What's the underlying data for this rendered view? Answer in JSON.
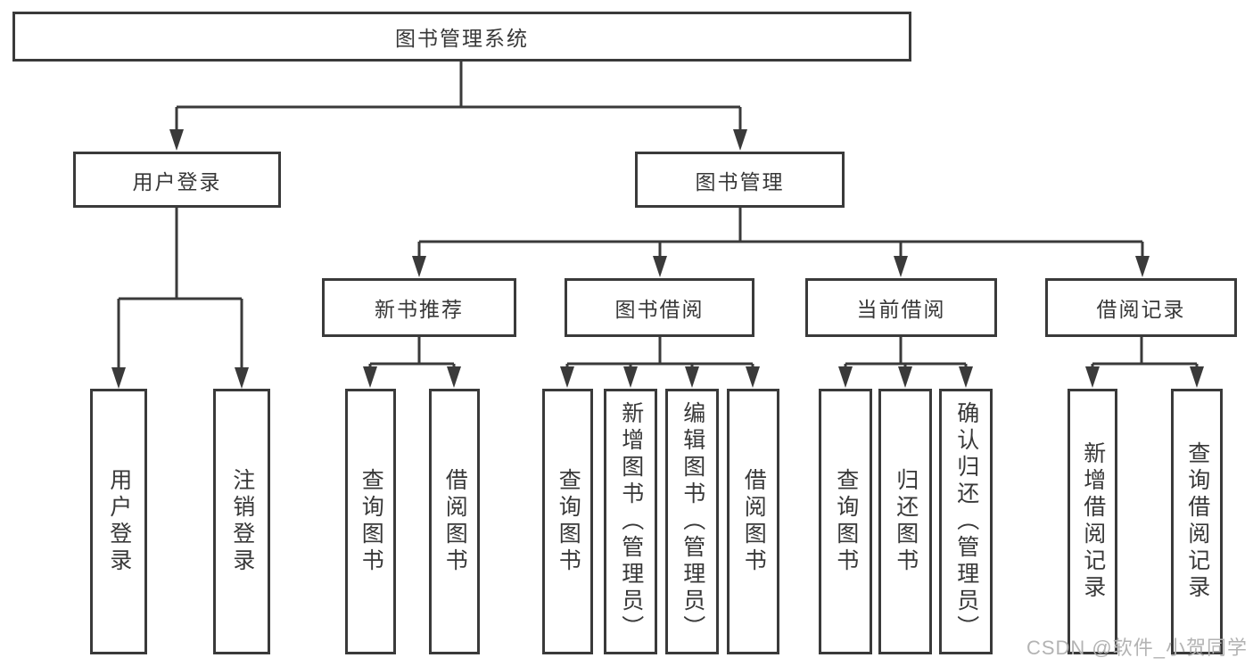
{
  "diagram": {
    "root": {
      "label": "图书管理系统"
    },
    "level2": [
      {
        "label": "用户登录"
      },
      {
        "label": "图书管理"
      }
    ],
    "level3": [
      {
        "label": "新书推荐"
      },
      {
        "label": "图书借阅"
      },
      {
        "label": "当前借阅"
      },
      {
        "label": "借阅记录"
      }
    ],
    "leaves": {
      "user_login": [
        {
          "label": "用户登录"
        },
        {
          "label": "注销登录"
        }
      ],
      "new_book_recommend": [
        {
          "label": "查询图书"
        },
        {
          "label": "借阅图书"
        }
      ],
      "book_borrow": [
        {
          "label": "查询图书"
        },
        {
          "label": "新增图书（管理员）"
        },
        {
          "label": "编辑图书（管理员）"
        },
        {
          "label": "借阅图书"
        }
      ],
      "current_borrow": [
        {
          "label": "查询图书"
        },
        {
          "label": "归还图书"
        },
        {
          "label": "确认归还（管理员）"
        }
      ],
      "borrow_record": [
        {
          "label": "新增借阅记录"
        },
        {
          "label": "查询借阅记录"
        }
      ]
    },
    "colors": {
      "line": "#3a3a3a",
      "border": "#3a3a3a",
      "text": "#383838",
      "background": "#ffffff"
    }
  },
  "watermark": {
    "text": "CSDN @软件_小贺同学",
    "color": "#b3b3b3"
  }
}
